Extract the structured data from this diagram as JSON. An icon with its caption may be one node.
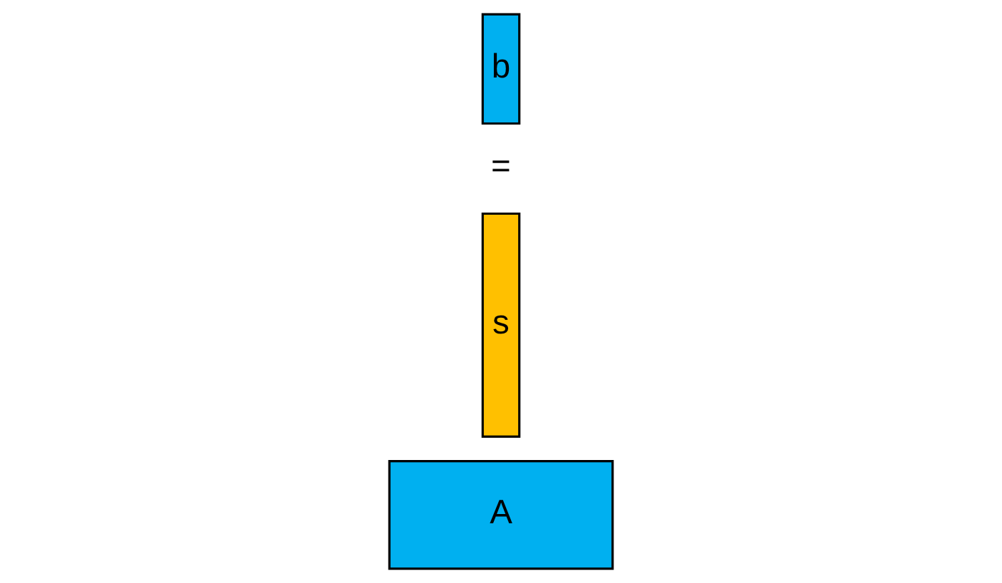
{
  "diagram": {
    "nodes": [
      {
        "text": [
          "A"
        ]
      },
      {
        "text": [
          "s"
        ]
      },
      {
        "text": [
          "b"
        ]
      }
    ],
    "labels": [
      "="
    ]
  }
}
